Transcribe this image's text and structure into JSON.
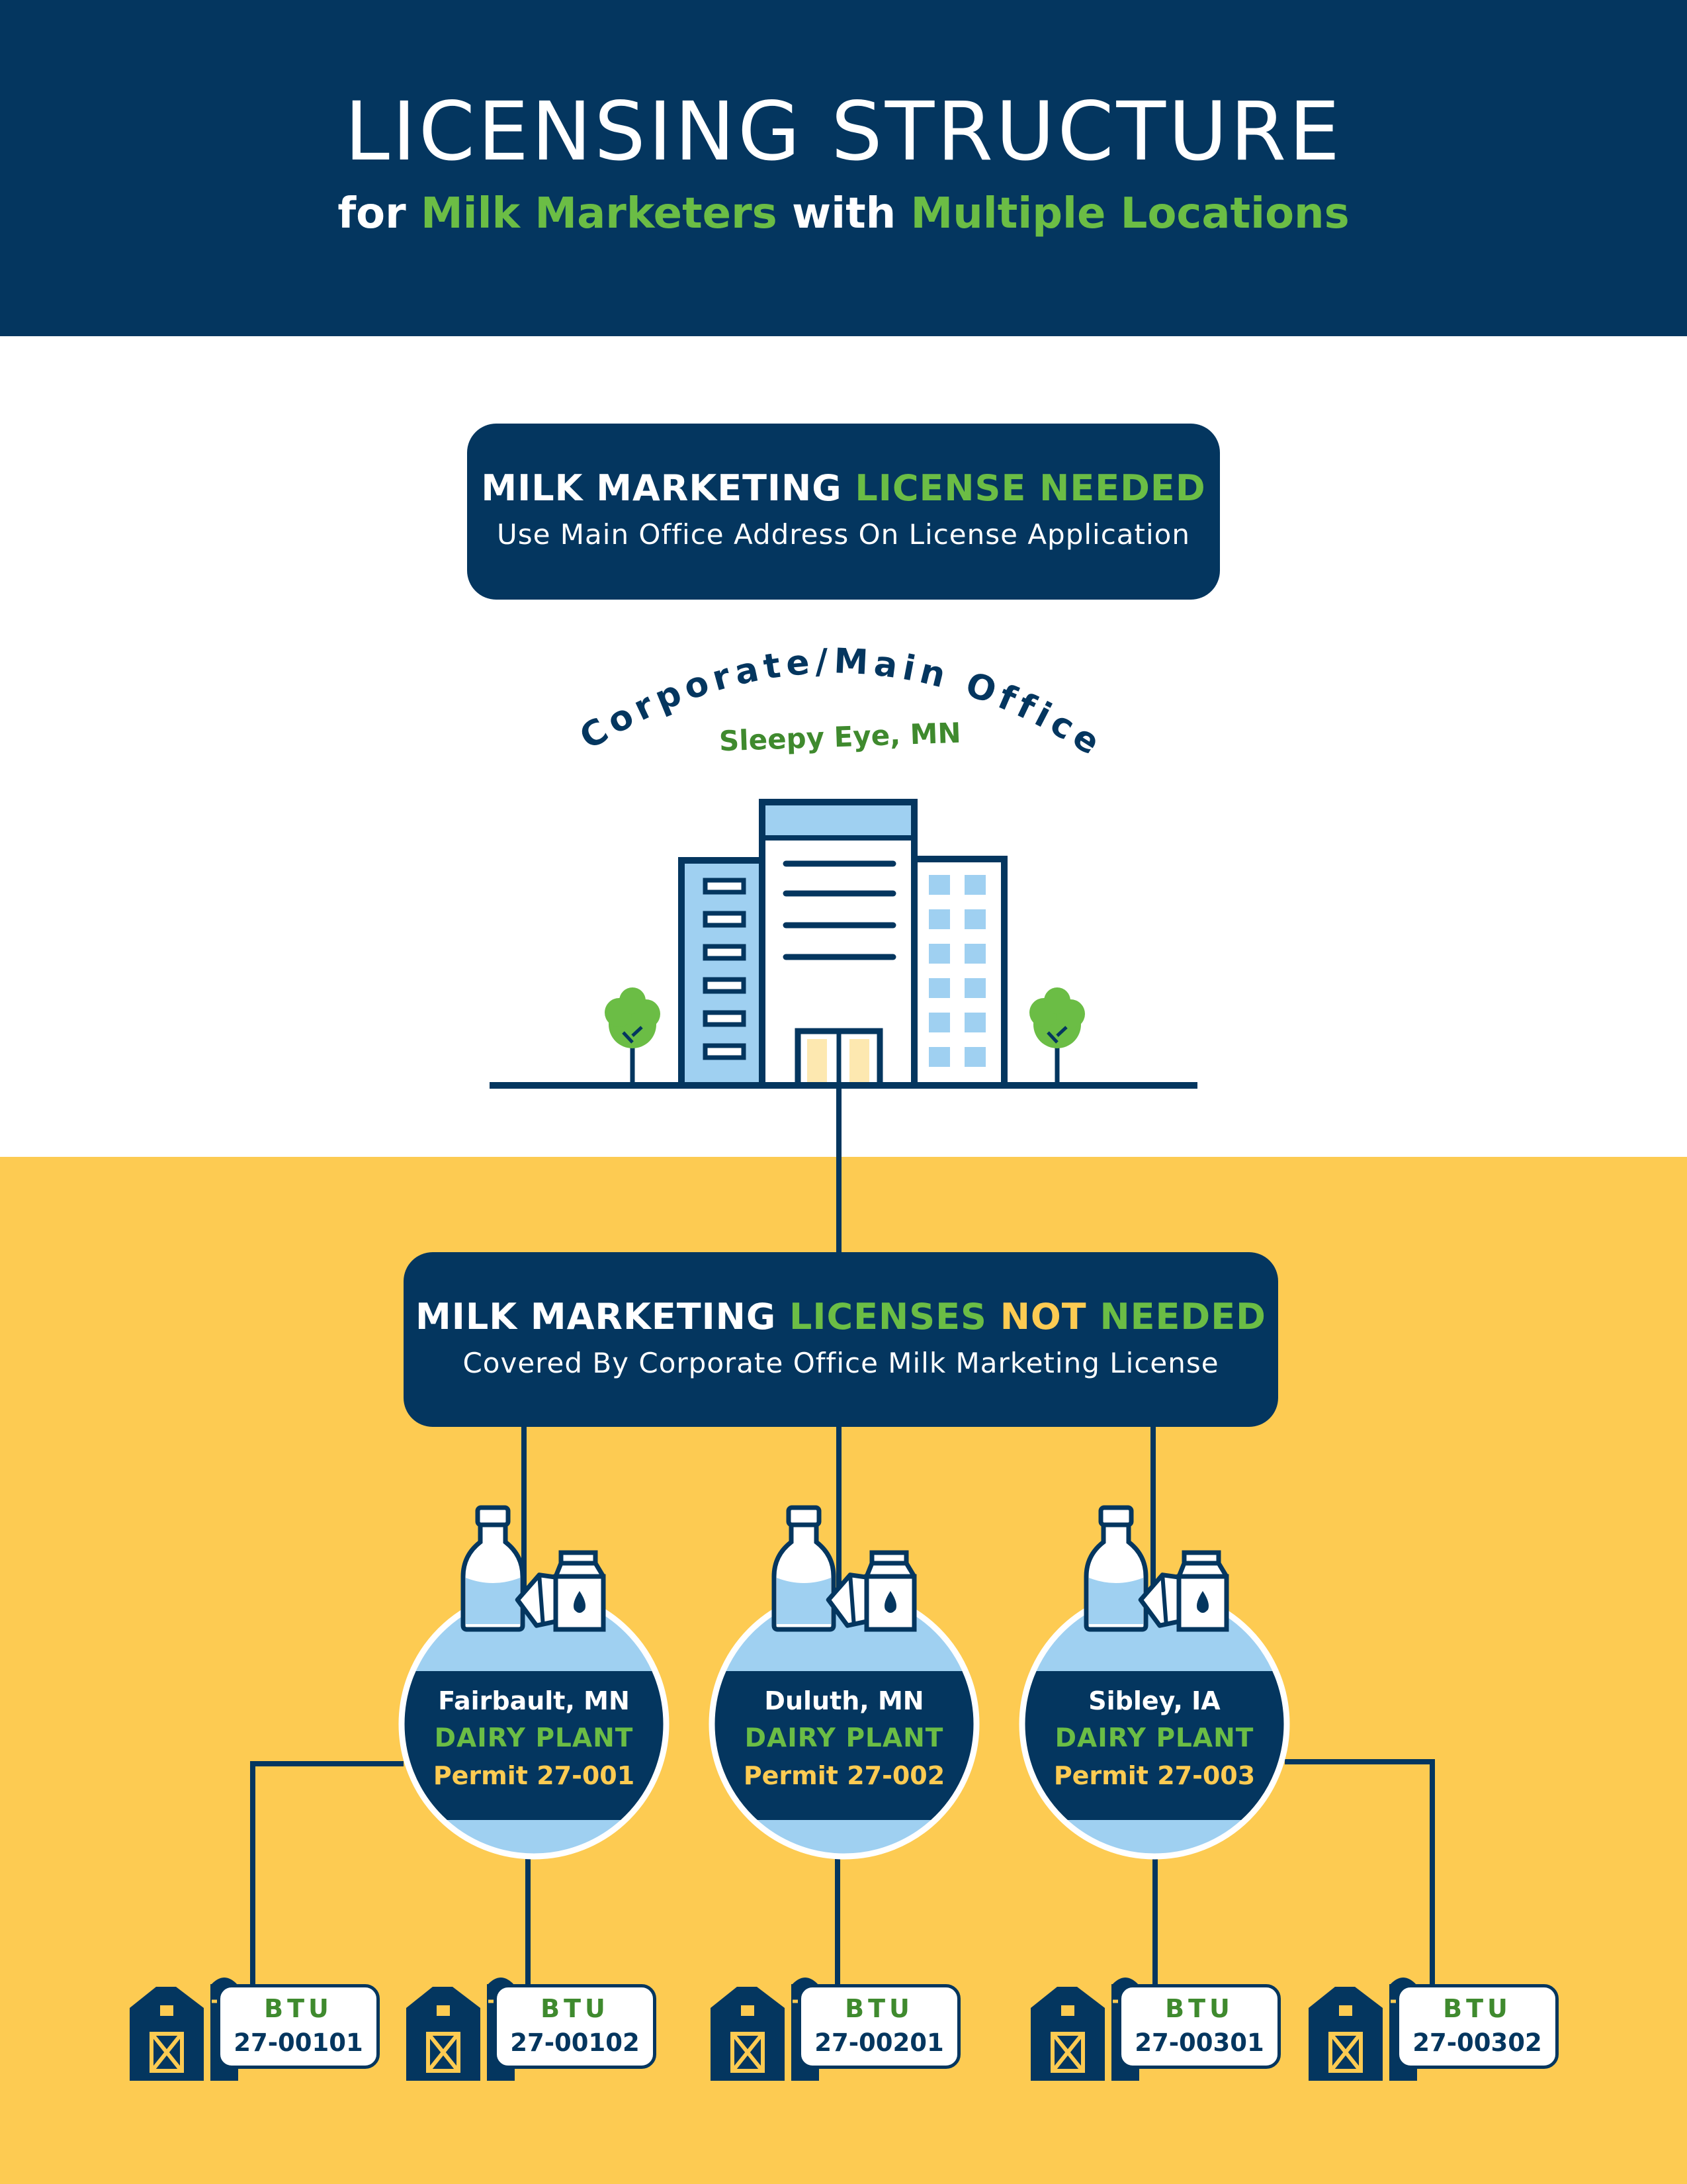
{
  "header": {
    "title": "LICENSING STRUCTURE",
    "subtitle_for": "for",
    "subtitle_milk_marketers": "Milk Marketers",
    "subtitle_with": "with",
    "subtitle_multiple_locations": "Multiple Locations"
  },
  "top_box": {
    "title_part1": "MILK MARKETING",
    "title_part2": "LICENSE NEEDED",
    "subtitle": "Use Main Office Address On License Application"
  },
  "main_office": {
    "arc_label": "Corporate/Main Office",
    "location": "Sleepy Eye, MN"
  },
  "middle_box": {
    "title_part1": "MILK MARKETING",
    "title_part2": "LICENSES",
    "title_part3": "NOT",
    "title_part4": "NEEDED",
    "subtitle": "Covered By Corporate Office Milk Marketing License"
  },
  "plants": [
    {
      "city": "Fairbault, MN",
      "type": "DAIRY PLANT",
      "permit": "Permit 27-001"
    },
    {
      "city": "Duluth, MN",
      "type": "DAIRY PLANT",
      "permit": "Permit 27-002"
    },
    {
      "city": "Sibley, IA",
      "type": "DAIRY PLANT",
      "permit": "Permit 27-003"
    }
  ],
  "btus": [
    {
      "label": "BTU",
      "id": "27-00101"
    },
    {
      "label": "BTU",
      "id": "27-00102"
    },
    {
      "label": "BTU",
      "id": "27-00201"
    },
    {
      "label": "BTU",
      "id": "27-00301"
    },
    {
      "label": "BTU",
      "id": "27-00302"
    }
  ],
  "colors": {
    "navy": "#04365f",
    "green": "#6bbd45",
    "yellow": "#fdcb52",
    "light_blue": "#9fd0f1",
    "white": "#ffffff"
  }
}
